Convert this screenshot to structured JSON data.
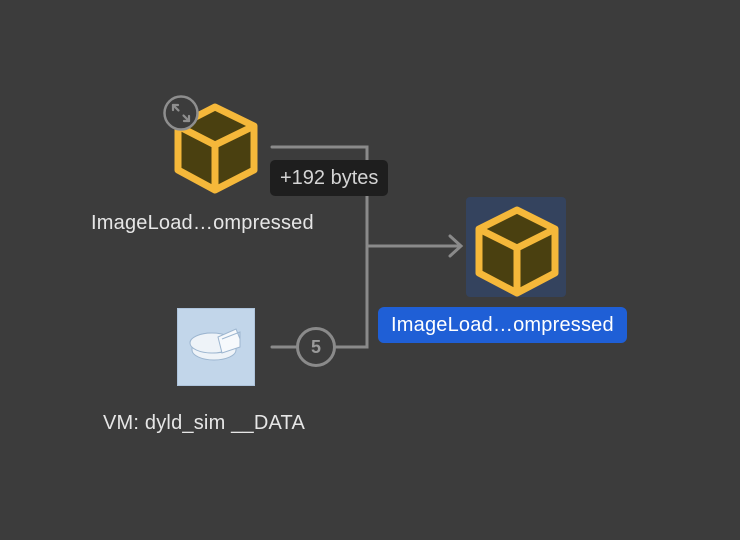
{
  "nodes": {
    "source_object": {
      "label": "ImageLoad…ompressed",
      "icon": "cube-icon",
      "badge_icon": "expand-arrows-icon"
    },
    "vm_region": {
      "label": "VM: dyld_sim __DATA",
      "icon": "pie-chart-icon"
    },
    "target_object": {
      "label": "ImageLoad…ompressed",
      "icon": "cube-icon",
      "selected": true
    }
  },
  "edges": {
    "size_label": "+192 bytes",
    "reference_count": "5"
  },
  "colors": {
    "background": "#3c3c3c",
    "cube_outline": "#f5b83a",
    "cube_fill": "#4a4010",
    "selection": "#1f5fd6",
    "edge": "#8a8a8a"
  }
}
